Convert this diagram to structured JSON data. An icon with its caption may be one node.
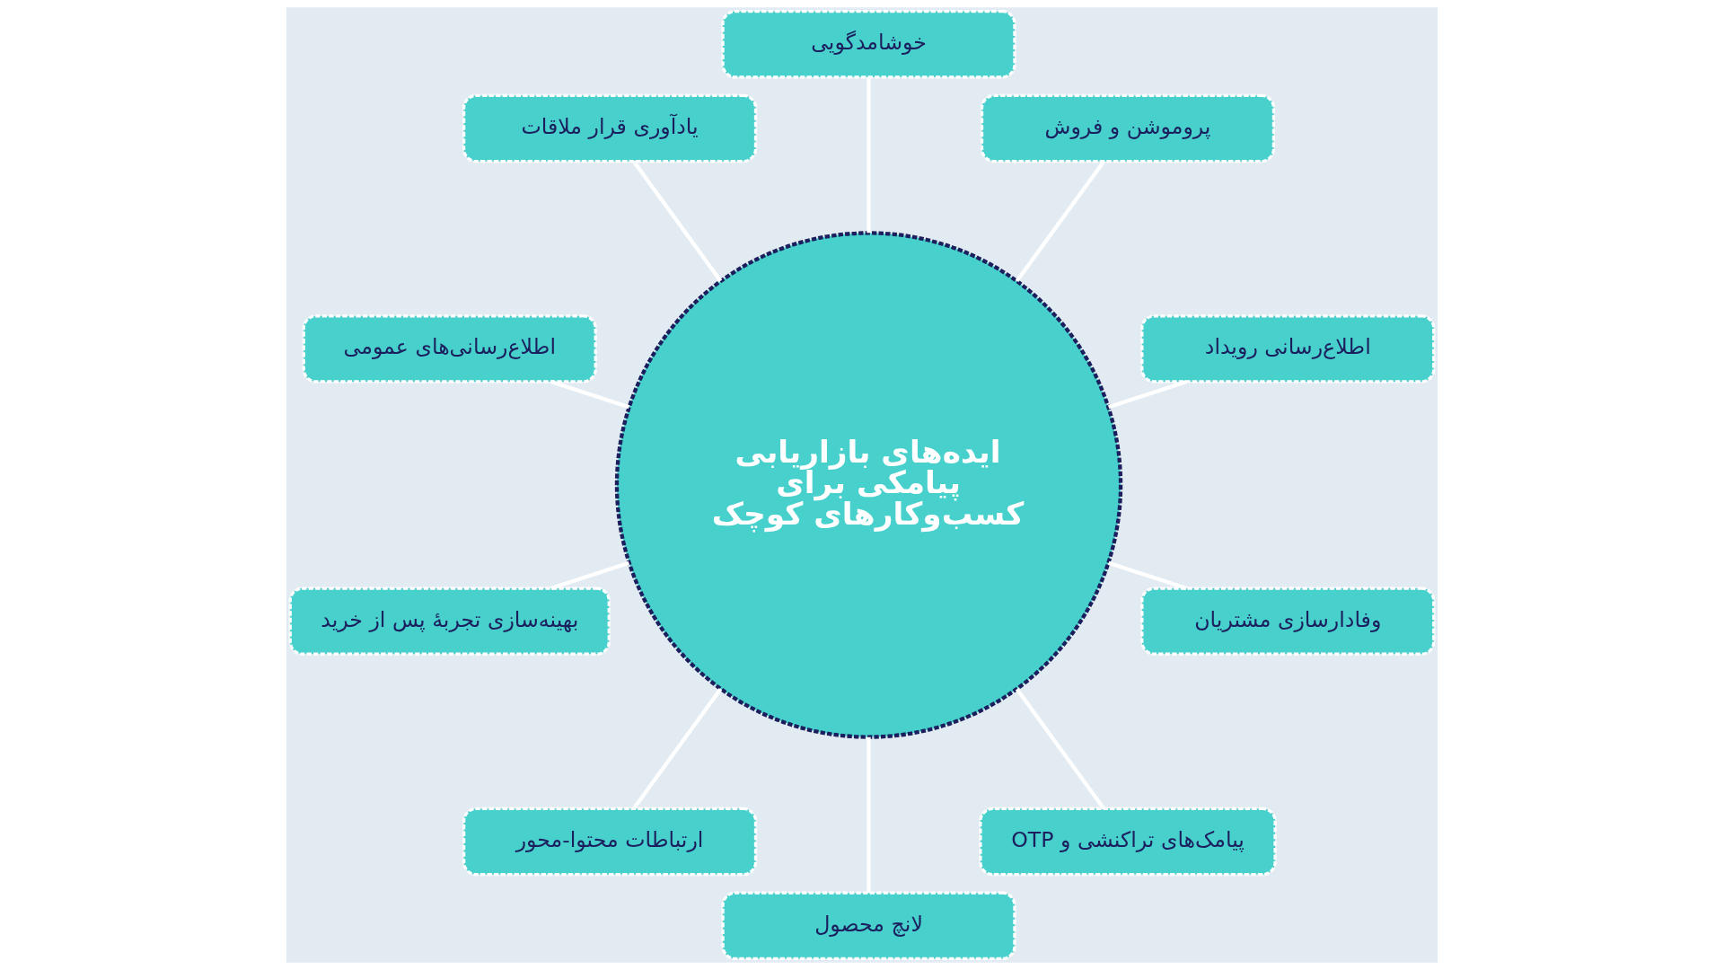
{
  "diagram": {
    "nodes": [
      {
        "text": [
          "ایده‌های بازاریابی پیامکی برای کسب‌وکارهای کوچک"
        ]
      },
      {
        "text": [
          "خوشامدگویی"
        ]
      },
      {
        "text": [
          "پروموشن و فروش"
        ]
      },
      {
        "text": [
          "یادآوری قرار ملاقات"
        ]
      },
      {
        "text": [
          "اطلاع‌رسانی رویداد"
        ]
      },
      {
        "text": [
          "اطلاع‌رسانی‌های عمومی"
        ]
      },
      {
        "text": [
          "وفادارسازی مشتریان"
        ]
      },
      {
        "text": [
          "بهینه‌سازی تجربهٔ پس از خرید"
        ]
      },
      {
        "text": [
          "پیامک‌های تراکنشی و OTP"
        ]
      },
      {
        "text": [
          "ارتباطات محتوا-محور"
        ]
      },
      {
        "text": [
          "لانچ محصول"
        ]
      }
    ],
    "edges": [
      {
        "from": 0,
        "to": 1,
        "arrow": "none"
      },
      {
        "from": 0,
        "to": 2,
        "arrow": "none"
      },
      {
        "from": 0,
        "to": 3,
        "arrow": "none"
      },
      {
        "from": 0,
        "to": 4,
        "arrow": "none"
      },
      {
        "from": 0,
        "to": 5,
        "arrow": "none"
      },
      {
        "from": 0,
        "to": 6,
        "arrow": "none"
      },
      {
        "from": 0,
        "to": 7,
        "arrow": "none"
      },
      {
        "from": 0,
        "to": 8,
        "arrow": "none"
      },
      {
        "from": 0,
        "to": 9,
        "arrow": "none"
      },
      {
        "from": 0,
        "to": 10,
        "arrow": "none"
      }
    ]
  }
}
